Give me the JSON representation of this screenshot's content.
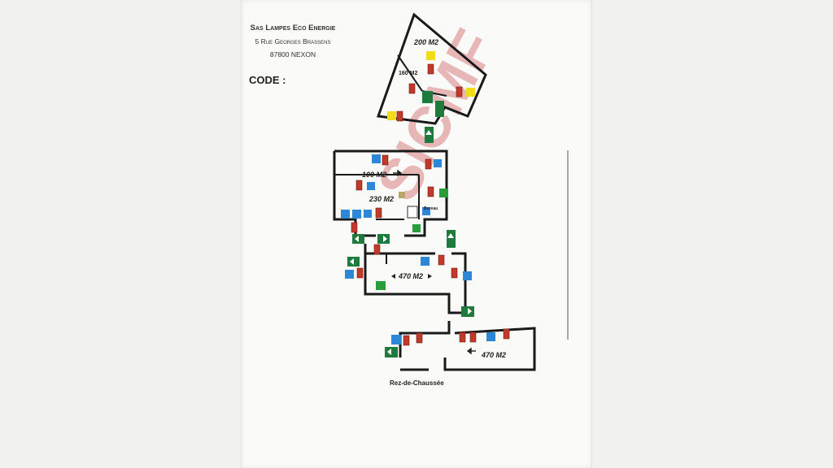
{
  "header": {
    "company": "Sas Lampes Eco Energie",
    "street": "5 Rue Georges Brassens",
    "city": "87800 NEXON",
    "code_label": "CODE :"
  },
  "areas": {
    "a200": "200 M2",
    "a160": "160 M2",
    "a100": "100 M2",
    "a230": "230 M2",
    "a470_top": "470 M2",
    "a470_bottom": "470 M2",
    "small_label": "Bureau"
  },
  "watermark": "SICMF",
  "floor_label": "Rez-de-Chaussée",
  "colors": {
    "wall": "#1a1a1a",
    "blue_marker": "#2e86d6",
    "yellow_marker": "#f1dc1c",
    "green_marker": "#2a9d3a",
    "extinguisher": "#c0392b",
    "exit_sign": "#1f7a3e",
    "watermark": "#c44a4a"
  }
}
